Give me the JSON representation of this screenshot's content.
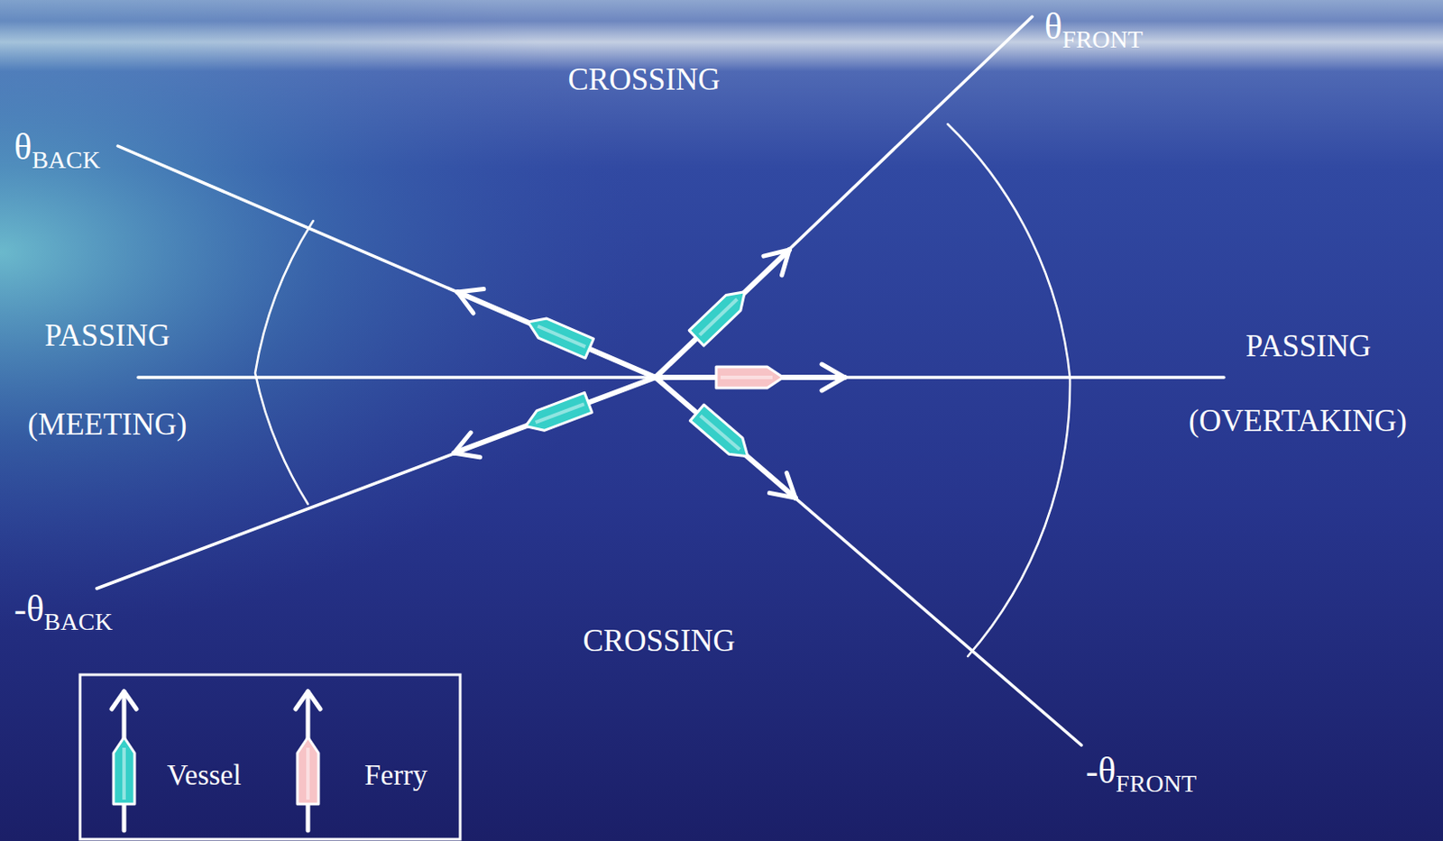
{
  "diagram": {
    "labels": [
      "θFRONT",
      "CROSSING",
      "θBACK",
      "PASSING",
      "(MEETING)",
      "PASSING",
      "(OVERTAKING)",
      "-θBACK",
      "CROSSING",
      "-θFRONT"
    ],
    "legend": [
      {
        "text": "Vessel"
      },
      {
        "text": "Ferry"
      }
    ]
  }
}
